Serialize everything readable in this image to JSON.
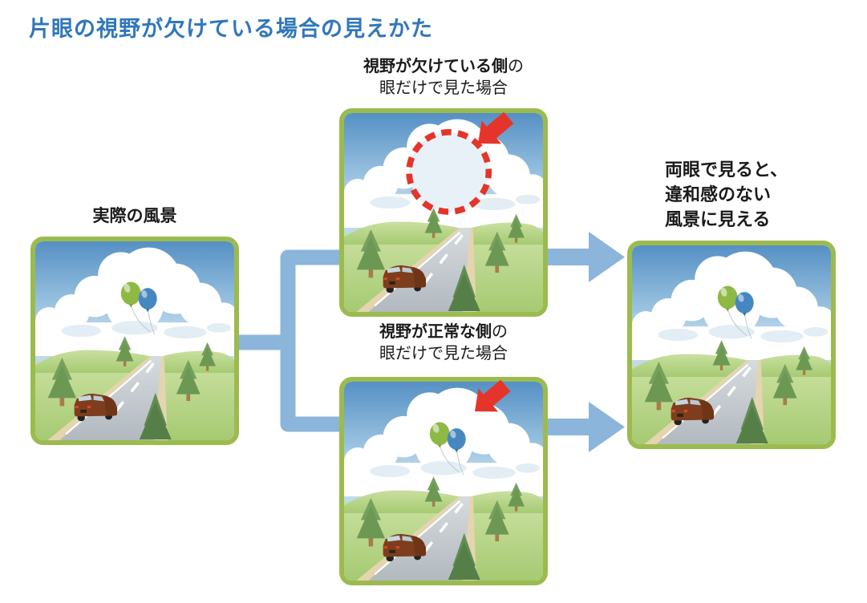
{
  "title": {
    "text": "片眼の視野が欠けている場合の見えかた"
  },
  "labels": {
    "actual": "実際の風景",
    "defect": {
      "em": "視野が欠けている側",
      "tail": "の",
      "line2": "眼だけで見た場合"
    },
    "normal": {
      "em": "視野が正常な側",
      "tail": "の",
      "line2": "眼だけで見た場合"
    },
    "binocular": {
      "line1": "両眼で見ると、",
      "line2": "違和感のない",
      "line3": "風景に見える"
    }
  },
  "colors": {
    "title_blue": "#3077BC",
    "panel_border_green": "#9CBB4F",
    "connector_blue": "#8BB5DA",
    "alert_red": "#E5352B",
    "scotoma_fill": "#E9F1F8",
    "balloon_green": "#8DB944",
    "balloon_blue": "#4687C1",
    "sky_blue_top": "#5590C4",
    "grass_green": "#A9CC77",
    "road_gray": "#B7BEC4",
    "car_brown": "#7E3E1D",
    "label_text": "#1A1A1A"
  }
}
